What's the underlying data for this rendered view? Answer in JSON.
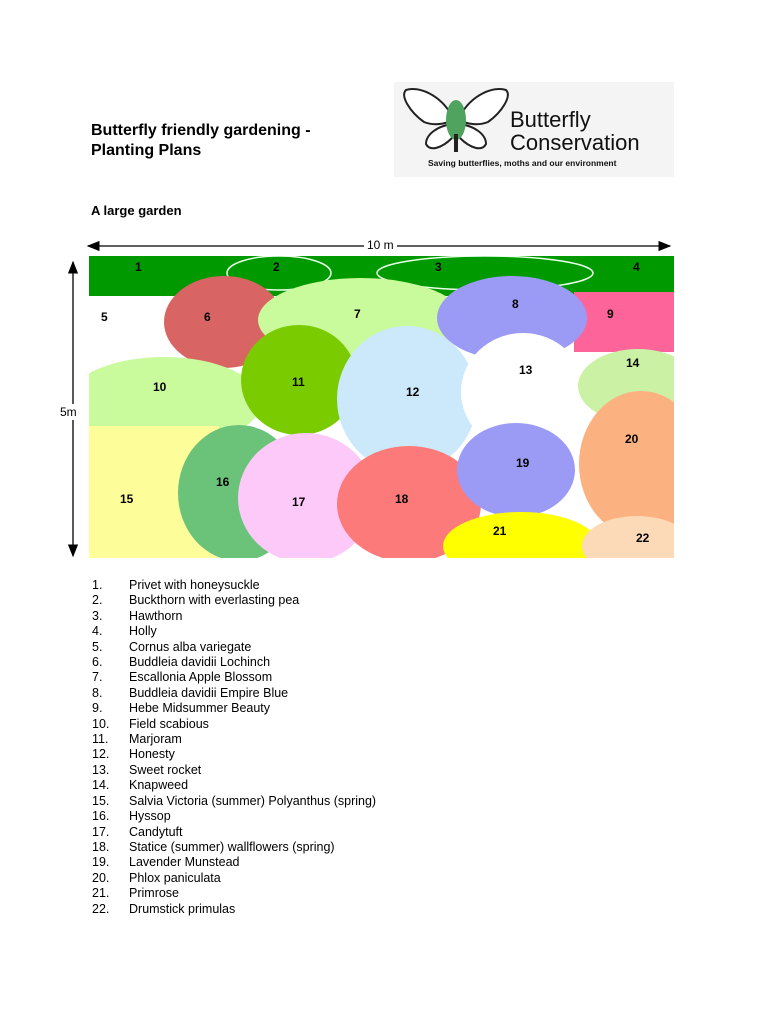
{
  "header": {
    "title_line1": "Butterfly friendly gardening -",
    "title_line2": "Planting Plans"
  },
  "logo": {
    "name_line1": "Butterfly",
    "name_line2": "Conservation",
    "tagline": "Saving butterflies, moths and our environment",
    "colors": {
      "tree": "#4fa35e",
      "outline": "#222222"
    }
  },
  "section": {
    "subtitle": "A large garden"
  },
  "dimensions": {
    "width_label": "10 m",
    "height_label": "5m"
  },
  "plan": {
    "background": "#ffffff",
    "areas": [
      {
        "number": "1",
        "color": "#009a00"
      },
      {
        "number": "2",
        "color": "#009a00"
      },
      {
        "number": "3",
        "color": "#009a00"
      },
      {
        "number": "4",
        "color": "#009a00"
      },
      {
        "number": "5",
        "color": "#ffffff"
      },
      {
        "number": "6",
        "color": "#d96464"
      },
      {
        "number": "7",
        "color": "#c9fa9b"
      },
      {
        "number": "8",
        "color": "#9b9bf5"
      },
      {
        "number": "9",
        "color": "#fd659a"
      },
      {
        "number": "10",
        "color": "#c9fa9b"
      },
      {
        "number": "11",
        "color": "#7acc00"
      },
      {
        "number": "12",
        "color": "#cbe9fb"
      },
      {
        "number": "13",
        "color": "#ffffff"
      },
      {
        "number": "14",
        "color": "#cbf1a4"
      },
      {
        "number": "15",
        "color": "#fdfd99"
      },
      {
        "number": "16",
        "color": "#6bc37a"
      },
      {
        "number": "17",
        "color": "#fcc9f9"
      },
      {
        "number": "18",
        "color": "#fd7a7a"
      },
      {
        "number": "19",
        "color": "#9b9bf5"
      },
      {
        "number": "20",
        "color": "#fcb181"
      },
      {
        "number": "21",
        "color": "#ffff00"
      },
      {
        "number": "22",
        "color": "#fcd9b7"
      }
    ]
  },
  "legend": [
    {
      "num": "1.",
      "name": "Privet with honeysuckle"
    },
    {
      "num": "2.",
      "name": "Buckthorn with everlasting pea"
    },
    {
      "num": "3.",
      "name": "Hawthorn"
    },
    {
      "num": "4.",
      "name": "Holly"
    },
    {
      "num": "5.",
      "name": "Cornus alba variegate"
    },
    {
      "num": "6.",
      "name": "Buddleia davidii Lochinch"
    },
    {
      "num": "7.",
      "name": "Escallonia Apple Blossom"
    },
    {
      "num": "8.",
      "name": "Buddleia davidii Empire Blue"
    },
    {
      "num": "9.",
      "name": "Hebe Midsummer Beauty"
    },
    {
      "num": "10.",
      "name": "Field scabious"
    },
    {
      "num": "11.",
      "name": "Marjoram"
    },
    {
      "num": "12.",
      "name": "Honesty"
    },
    {
      "num": "13.",
      "name": "Sweet rocket"
    },
    {
      "num": "14.",
      "name": "Knapweed"
    },
    {
      "num": "15.",
      "name": "Salvia Victoria (summer) Polyanthus (spring)"
    },
    {
      "num": "16.",
      "name": "Hyssop"
    },
    {
      "num": "17.",
      "name": "Candytuft"
    },
    {
      "num": "18.",
      "name": "Statice (summer) wallflowers (spring)"
    },
    {
      "num": "19.",
      "name": "Lavender Munstead"
    },
    {
      "num": "20.",
      "name": "Phlox paniculata"
    },
    {
      "num": "21.",
      "name": "Primrose"
    },
    {
      "num": "22.",
      "name": "Drumstick primulas"
    }
  ]
}
